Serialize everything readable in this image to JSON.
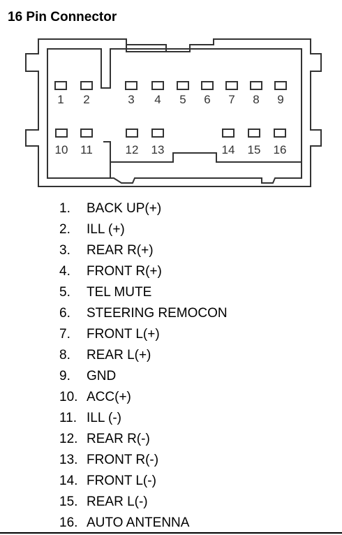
{
  "title": "16 Pin Connector",
  "connector_labels": [
    "1",
    "2",
    "3",
    "4",
    "5",
    "6",
    "7",
    "8",
    "9",
    "10",
    "11",
    "12",
    "13",
    "14",
    "15",
    "16"
  ],
  "pins": [
    {
      "num": "1.",
      "name": "BACK UP(+)"
    },
    {
      "num": "2.",
      "name": "ILL (+)"
    },
    {
      "num": "3.",
      "name": "REAR R(+)"
    },
    {
      "num": "4.",
      "name": "FRONT R(+)"
    },
    {
      "num": "5.",
      "name": "TEL MUTE"
    },
    {
      "num": "6.",
      "name": "STEERING REMOCON"
    },
    {
      "num": "7.",
      "name": "FRONT L(+)"
    },
    {
      "num": "8.",
      "name": "REAR L(+)"
    },
    {
      "num": "9.",
      "name": "GND"
    },
    {
      "num": "10.",
      "name": "ACC(+)"
    },
    {
      "num": "11.",
      "name": "ILL (-)"
    },
    {
      "num": "12.",
      "name": "REAR R(-)"
    },
    {
      "num": "13.",
      "name": "FRONT R(-)"
    },
    {
      "num": "14.",
      "name": "FRONT L(-)"
    },
    {
      "num": "15.",
      "name": "REAR L(-)"
    },
    {
      "num": "16.",
      "name": "AUTO ANTENNA"
    }
  ]
}
